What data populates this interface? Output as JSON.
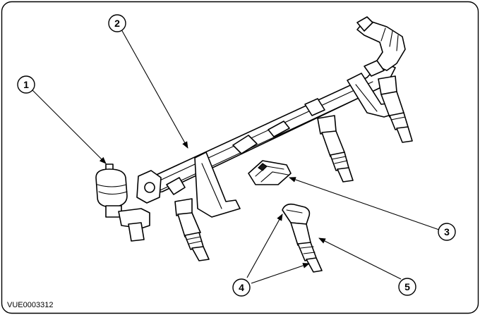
{
  "callouts": [
    {
      "id": "1",
      "label": "1"
    },
    {
      "id": "2",
      "label": "2"
    },
    {
      "id": "3",
      "label": "3"
    },
    {
      "id": "4",
      "label": "4"
    },
    {
      "id": "5",
      "label": "5"
    }
  ],
  "figure_code": "VUE0003312",
  "colors": {
    "line": "#000000",
    "background": "#ffffff"
  }
}
